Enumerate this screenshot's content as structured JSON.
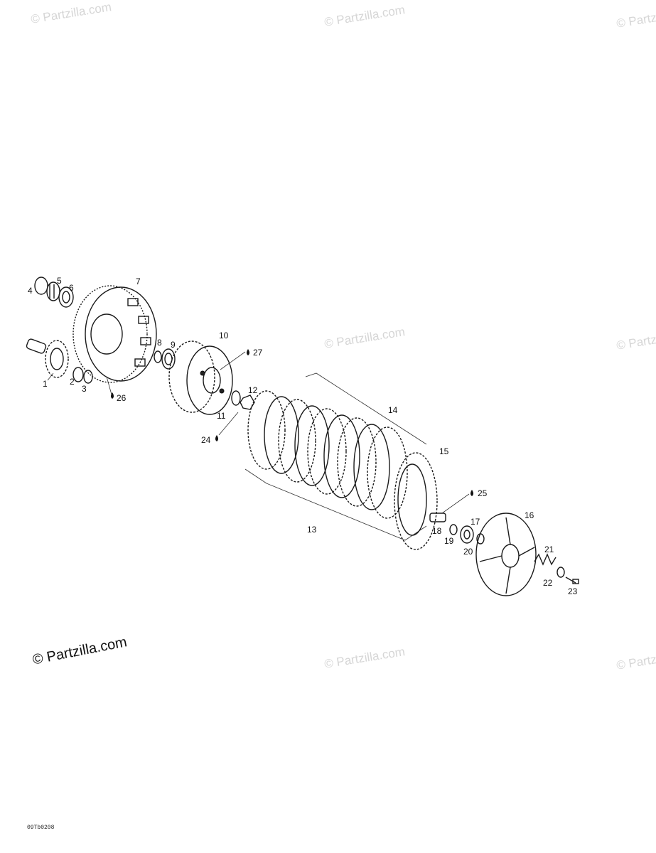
{
  "watermark": "© Partzilla.com",
  "document_code": "09Tb0208",
  "callouts": {
    "p1": "1",
    "p2": "2",
    "p3": "3",
    "p4": "4",
    "p5": "5",
    "p6": "6",
    "p7": "7",
    "p8": "8",
    "p9": "9",
    "p10": "10",
    "p11": "11",
    "p12": "12",
    "p13": "13",
    "p14": "14",
    "p15": "15",
    "p16": "16",
    "p17": "17",
    "p18": "18",
    "p19": "19",
    "p20": "20",
    "p21": "21",
    "p22": "22",
    "p23": "23",
    "p24": "24",
    "p25": "25",
    "p26": "26",
    "p27": "27"
  },
  "icons": {
    "lubricant": "oil-drop-icon"
  }
}
